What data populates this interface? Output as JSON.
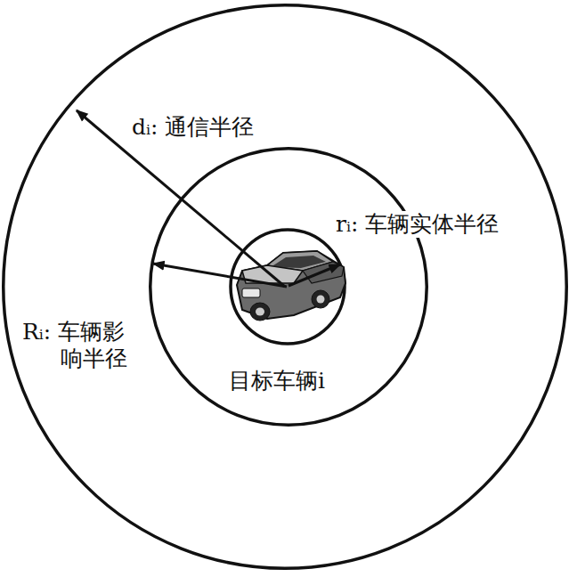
{
  "diagram": {
    "nodes": [
      {
        "text": [
          "dᵢ: 通信半径",
          "Rᵢ: 车辆影响半径"
        ]
      },
      {
        "text": [
          "rᵢ: 车辆实体半径",
          "目标车辆i"
        ],
        "in": 0
      }
    ]
  }
}
